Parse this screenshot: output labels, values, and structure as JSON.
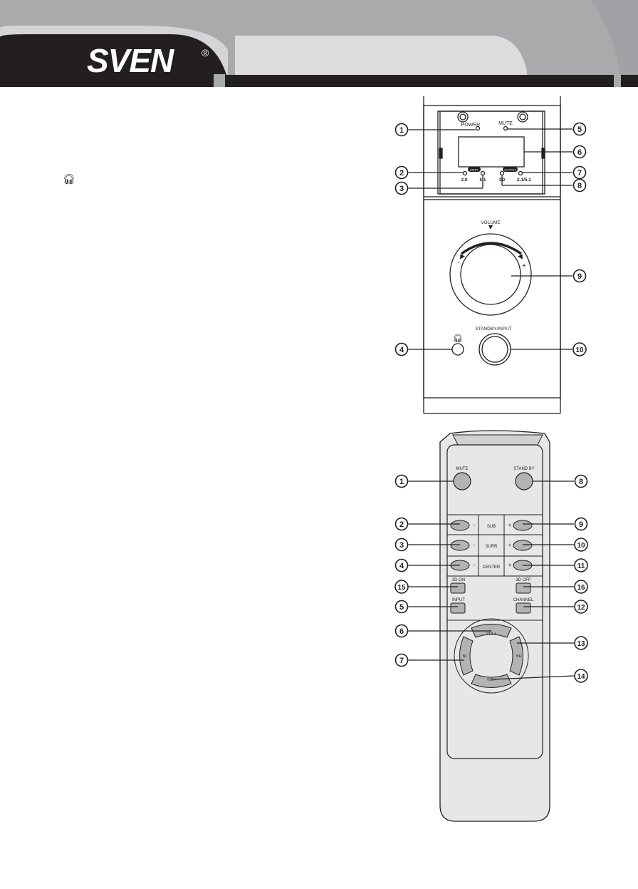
{
  "brand": {
    "logo_text": "SVEN",
    "registered_mark": "®"
  },
  "sidebar_icon": "headphones-icon",
  "front_panel": {
    "labels": {
      "power": "POWER",
      "mute": "MUTE",
      "input_badge": "INPUT",
      "output_badge": "OUTPUT",
      "input_2_0": "2.0",
      "input_5_1": "5.1",
      "output_3d": "3D",
      "output_2_1": "2.1/5.1",
      "volume": "VOLUME",
      "minus": "-",
      "plus": "+",
      "standby_input": "STANDBY/INPUT"
    },
    "callouts": [
      "1",
      "2",
      "3",
      "4",
      "5",
      "6",
      "7",
      "8",
      "9",
      "10"
    ]
  },
  "remote": {
    "labels": {
      "mute": "MUTE",
      "standby": "STAND BY",
      "sub": "SUB",
      "surr": "SURR",
      "center": "CENTER",
      "minus": "-",
      "plus": "+",
      "three_d_on": "3D ON",
      "three_d_off": "3D OFF",
      "input": "INPUT",
      "channel": "CHANNEL",
      "vol_up": "VOL+",
      "vol_down": "VOL-",
      "bl": "BL",
      "br": "BR"
    },
    "callouts": [
      "1",
      "2",
      "3",
      "4",
      "5",
      "6",
      "7",
      "8",
      "9",
      "10",
      "11",
      "12",
      "13",
      "14",
      "15",
      "16"
    ]
  }
}
